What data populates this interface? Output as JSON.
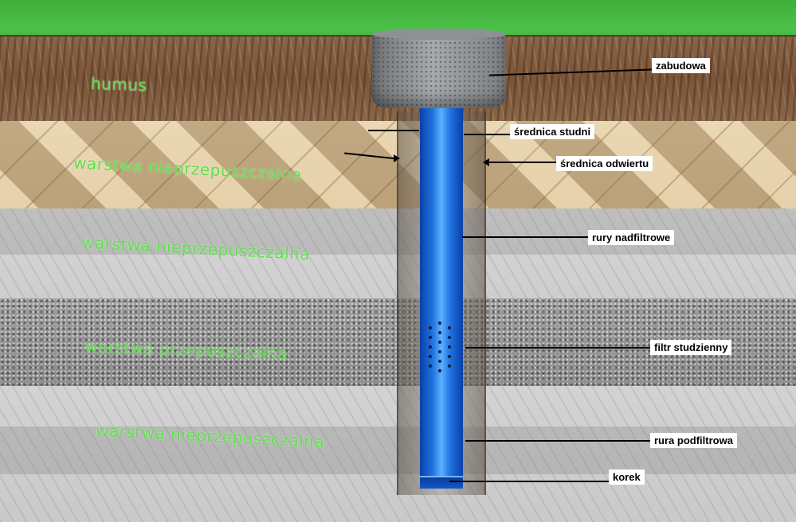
{
  "layer_labels": {
    "humus": "humus",
    "impermeable_1": "warstwa nieprzepuszczalna",
    "impermeable_2": "warstwa nieprzepuszczalna",
    "permeable": "warstwa przepuszczalna",
    "impermeable_3": "warstwa nieprzepuszczalna"
  },
  "callouts": {
    "zabudowa": "zabudowa",
    "srednica_studni": "średnica studni",
    "srednica_odwiertu": "średnica odwiertu",
    "rury_nadfiltrowe": "rury nadfiltrowe",
    "filtr_studzienny": "filtr studzienny",
    "rura_podfiltrowa": "rura podfiltrowa",
    "korek": "korek"
  },
  "colors": {
    "label_green": "#5de04a",
    "pipe_blue": "#1f74e0",
    "grass_green": "#4cc04a"
  }
}
